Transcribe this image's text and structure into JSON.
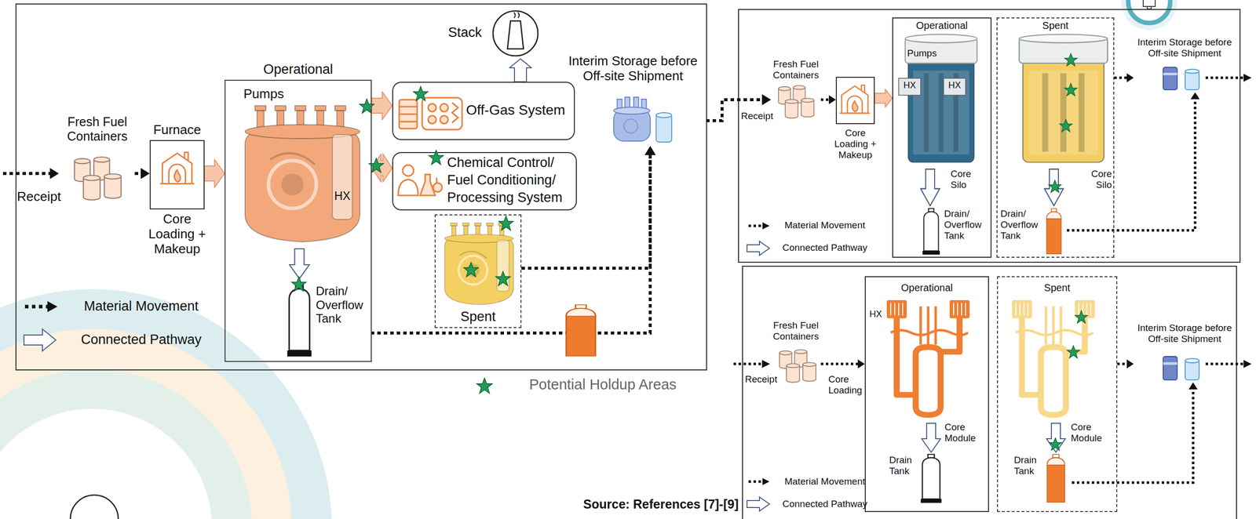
{
  "diagram": {
    "nodes": [
      {
        "text": [
          "Fresh Fuel Containers"
        ]
      },
      {
        "text": [
          "Furnace",
          "Core Loading + Makeup"
        ]
      },
      {
        "text": [
          "Operational",
          "Pumps",
          "HX"
        ]
      },
      {
        "text": [
          "Drain/ Overflow Tank"
        ],
        "in": 2
      },
      {
        "text": [
          "Stack"
        ]
      },
      {
        "text": [
          "Off-Gas System"
        ]
      },
      {
        "text": [
          "Chemical Control/ Fuel Conditioning/ Processing System"
        ]
      },
      {
        "text": [
          "Spent"
        ]
      },
      {
        "text": [
          "Interim Storage before Off-site Shipment"
        ]
      },
      {
        "text": [
          "Fresh Fuel Containers"
        ]
      },
      {
        "text": [
          "Core Loading + Makeup"
        ]
      },
      {
        "text": [
          "Operational",
          "Pumps",
          "HX",
          "HX",
          "Core Silo"
        ]
      },
      {
        "text": [
          "Drain/ Overflow Tank"
        ],
        "in": 11
      },
      {
        "text": [
          "Spent",
          "Core Silo"
        ]
      },
      {
        "text": [
          "Drain/ Overflow Tank"
        ],
        "in": 13
      },
      {
        "text": [
          "Interim Storage before Off-site Shipment"
        ]
      },
      {
        "text": [
          "Fresh Fuel Containers"
        ]
      },
      {
        "text": [
          "Operational",
          "HX",
          "Core Module"
        ]
      },
      {
        "text": [
          "Drain Tank"
        ],
        "in": 17
      },
      {
        "text": [
          "Spent",
          "Core Module"
        ]
      },
      {
        "text": [
          "Drain Tank"
        ],
        "in": 19
      },
      {
        "text": [
          "Interim Storage before Off-site Shipment"
        ]
      }
    ],
    "edges": [
      {
        "from": 0,
        "to": 1,
        "arrow": "to"
      },
      {
        "from": 1,
        "to": 2,
        "arrow": "to"
      },
      {
        "from": 2,
        "to": 5,
        "arrow": "to"
      },
      {
        "from": 2,
        "to": 6,
        "arrow": "both"
      },
      {
        "from": 5,
        "to": 4,
        "arrow": "to"
      },
      {
        "from": 3,
        "to": 8,
        "arrow": "to"
      },
      {
        "from": 7,
        "to": 8,
        "arrow": "to"
      },
      {
        "from": 8,
        "to": 9,
        "arrow": "to"
      },
      {
        "from": 9,
        "to": 10,
        "arrow": "to"
      },
      {
        "from": 10,
        "to": 11,
        "arrow": "to"
      },
      {
        "from": 13,
        "to": 15,
        "arrow": "to"
      },
      {
        "from": 14,
        "to": 15,
        "arrow": "to"
      },
      {
        "from": 16,
        "to": 17,
        "arrow": "to"
      },
      {
        "from": 19,
        "to": 21,
        "arrow": "to"
      },
      {
        "from": 20,
        "to": 21,
        "arrow": "to"
      }
    ],
    "labels": [
      "Receipt",
      "Receipt",
      "Receipt",
      "Core Loading",
      "Source: References [7]-[9]"
    ],
    "legend": [
      {
        "text": "Material Movement"
      },
      {
        "text": "Connected Pathway"
      },
      {
        "text": "Potential Holdup Areas",
        "color": "#1f9d55"
      },
      {
        "text": "Material Movement"
      },
      {
        "text": "Connected Pathway"
      },
      {
        "text": "Material Movement"
      },
      {
        "text": "Connected Pathway"
      }
    ]
  }
}
